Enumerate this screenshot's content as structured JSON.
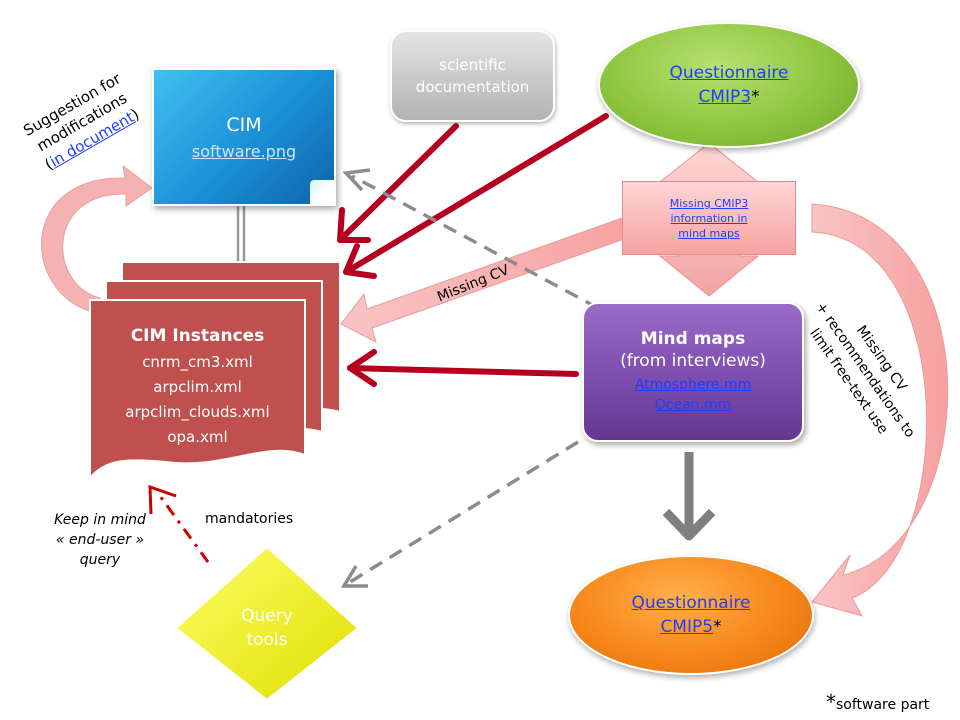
{
  "cim_software": {
    "title": "CIM",
    "link": "software.png"
  },
  "scientific_documentation": {
    "line1": "scientific",
    "line2": "documentation"
  },
  "questionnaire_cmip3": {
    "line1": "Questionnaire",
    "link": "CMIP3",
    "suffix": "*"
  },
  "questionnaire_cmip5": {
    "line1": "Questionnaire",
    "link": "CMIP5",
    "suffix": "*"
  },
  "missing_info": {
    "line1": "Missing CMIP3",
    "line2": "information in",
    "line3": "mind maps"
  },
  "mind_maps": {
    "title": "Mind maps",
    "subtitle": "(from interviews)",
    "files": [
      "Atmosphere.mm",
      "Ocean.mm"
    ]
  },
  "cim_instances": {
    "title": "CIM Instances",
    "files": [
      "cnrm_cm3.xml",
      "arpclim.xml",
      "arpclim_clouds.xml",
      "opa.xml"
    ]
  },
  "query_tools": {
    "line1": "Query",
    "line2": "tools"
  },
  "labels": {
    "suggestion_line1": "Suggestion for",
    "suggestion_line2": "modifications",
    "suggestion_open": "(",
    "suggestion_link": "in document",
    "suggestion_close": ")",
    "missing_cv": "Missing CV",
    "missing_cv_recs_line1": "Missing CV",
    "missing_cv_recs_line2": "+ recommendations to",
    "missing_cv_recs_line3": "limit free-text use",
    "keep_in_mind_line1": "Keep in mind",
    "keep_in_mind_line2": "« end-user »",
    "keep_in_mind_line3": "query",
    "mandatories": "mandatories",
    "software_part_star": "*",
    "software_part": "software part"
  },
  "colors": {
    "red_arrow": "#b4001e",
    "grey_dash": "#8c8c8c",
    "cim_red": "#c0504d",
    "pink_arrow": "#f6b3b3",
    "mind_purple": "#7a4aab",
    "query_yellow": "#f0f01e"
  }
}
